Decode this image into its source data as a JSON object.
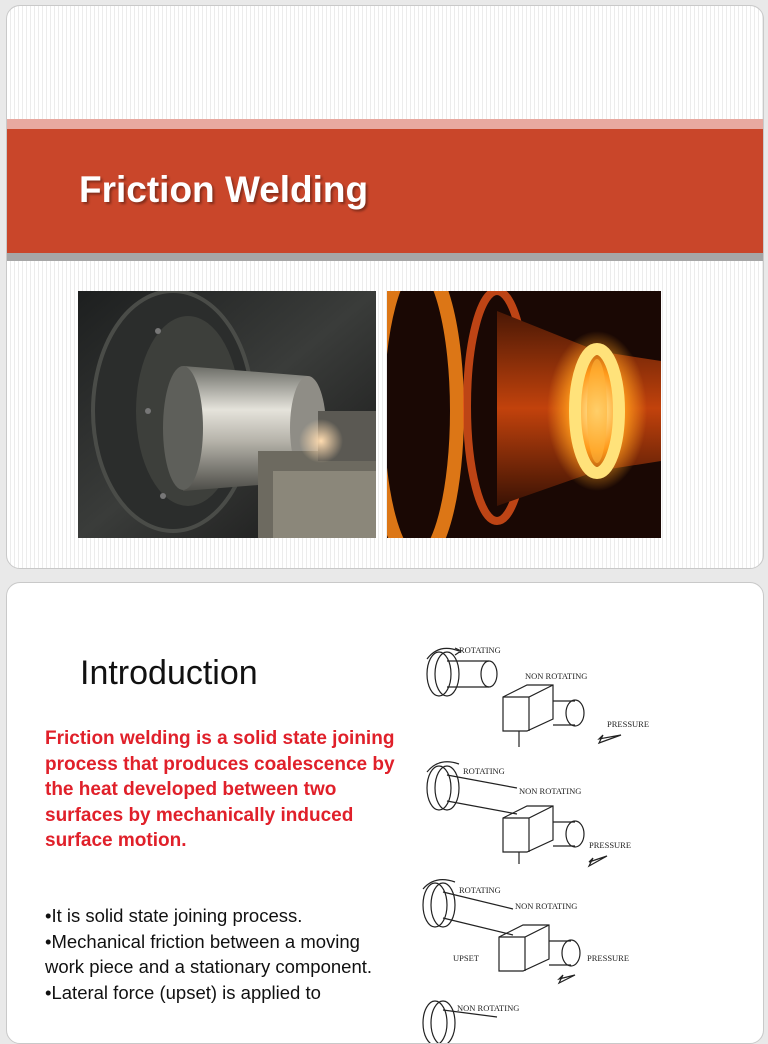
{
  "slide1": {
    "title": "Friction Welding",
    "colors": {
      "band": "#c9462a",
      "accent_strip": "#e8a9a0",
      "grey_strip": "#a6a6a6"
    }
  },
  "slide2": {
    "heading": "Introduction",
    "definition": "Friction welding is a solid state joining process that  produces coalescence by the heat developed between two surfaces by mechanically induced surface motion.",
    "definition_color": "#e0202a",
    "bullets": [
      "•It is solid state joining process.",
      "•Mechanical friction between a moving work piece and a stationary component.",
      "•Lateral force (upset) is applied to"
    ],
    "diagram": {
      "stage1": {
        "rotating": "ROTATING",
        "non_rotating": "NON ROTATING",
        "pressure": "PRESSURE"
      },
      "stage2": {
        "rotating": "ROTATING",
        "non_rotating": "NON ROTATING",
        "pressure": "PRESSURE"
      },
      "stage3": {
        "rotating": "ROTATING",
        "non_rotating": "NON ROTATING",
        "upset": "UPSET",
        "pressure": "PRESSURE"
      },
      "stage4": {
        "non_rotating": "NON ROTATING"
      }
    }
  }
}
